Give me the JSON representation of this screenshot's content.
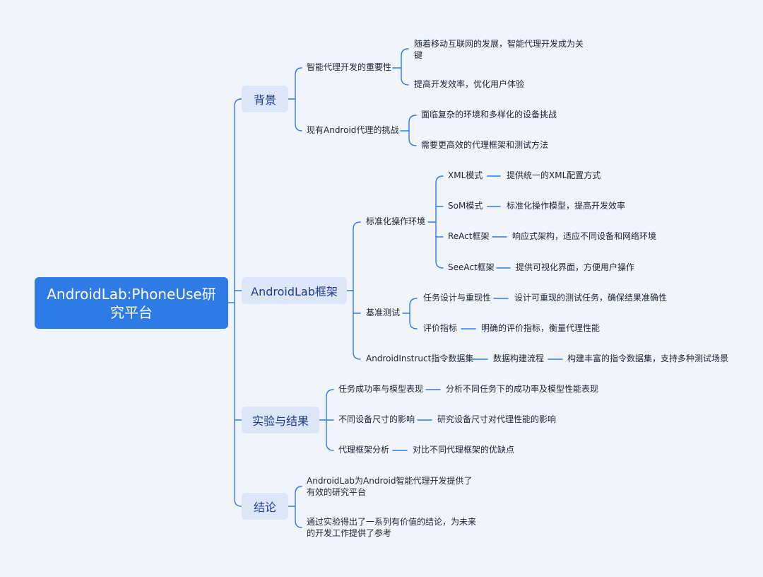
{
  "root": {
    "label": "AndroidLab:PhoneUse研究平台"
  },
  "colors": {
    "line": "#2f7be6",
    "root_bg": "#2f7be6",
    "branch_bg": "#dde6f8",
    "background": "#f1f4fb"
  },
  "branches": {
    "background": {
      "label": "背景",
      "items": [
        {
          "label": "智能代理开发的重要性",
          "children": [
            "随着移动互联网的发展，智能代理开发成为关键",
            "提高开发效率，优化用户体验"
          ]
        },
        {
          "label": "现有Android代理的挑战",
          "children": [
            "面临复杂的环境和多样化的设备挑战",
            "需要更高效的代理框架和测试方法"
          ]
        }
      ]
    },
    "framework": {
      "label": "AndroidLab框架",
      "items": [
        {
          "label": "标准化操作环境",
          "children": [
            {
              "label": "XML模式",
              "desc": "提供统一的XML配置方式"
            },
            {
              "label": "SoM模式",
              "desc": "标准化操作模型，提高开发效率"
            },
            {
              "label": "ReAct框架",
              "desc": "响应式架构，适应不同设备和网络环境"
            },
            {
              "label": "SeeAct框架",
              "desc": "提供可视化界面，方便用户操作"
            }
          ]
        },
        {
          "label": "基准测试",
          "children": [
            {
              "label": "任务设计与重现性",
              "desc": "设计可重现的测试任务，确保结果准确性"
            },
            {
              "label": "评价指标",
              "desc": "明确的评价指标，衡量代理性能"
            }
          ]
        },
        {
          "label": "AndroidInstruct指令数据集",
          "children": [
            {
              "label": "数据构建流程",
              "desc": "构建丰富的指令数据集，支持多种测试场景"
            }
          ]
        }
      ]
    },
    "experiments": {
      "label": "实验与结果",
      "items": [
        {
          "label": "任务成功率与模型表现",
          "desc": "分析不同任务下的成功率及模型性能表现"
        },
        {
          "label": "不同设备尺寸的影响",
          "desc": "研究设备尺寸对代理性能的影响"
        },
        {
          "label": "代理框架分析",
          "desc": "对比不同代理框架的优缺点"
        }
      ]
    },
    "conclusion": {
      "label": "结论",
      "items": [
        "AndroidLab为Android智能代理开发提供了有效的研究平台",
        "通过实验得出了一系列有价值的结论，为未来的开发工作提供了参考"
      ]
    }
  }
}
